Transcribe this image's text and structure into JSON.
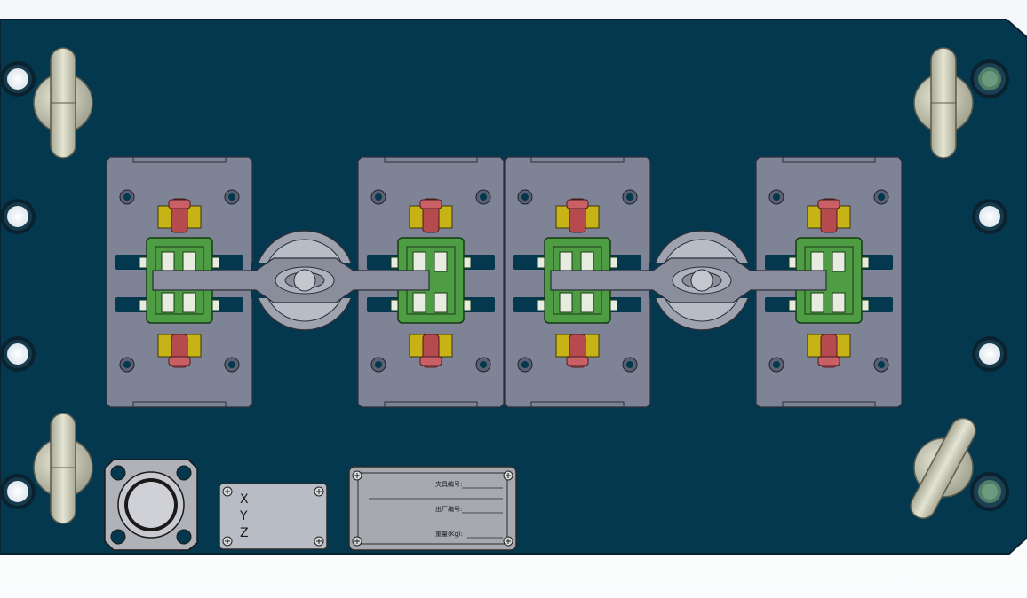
{
  "axis_plate": {
    "labels": [
      "X",
      "Y",
      "Z"
    ]
  },
  "nameplate": {
    "line1": "夹具编号:",
    "line2": "出厂编号:",
    "line3": "重量(Kg):"
  },
  "colors": {
    "base_plate": "#04384f",
    "base_edge": "#0a2230",
    "sub_plate": "#7e8396",
    "clamp_body": "#4e9c44",
    "pin_red": "#b54b4f",
    "pin_yellow": "#c8b316",
    "handle": "#c8c8b4",
    "slot": "#04384f"
  },
  "icons": [
    "lifting-handle-icon",
    "mounting-hole-icon",
    "connector-icon",
    "screw-icon"
  ]
}
